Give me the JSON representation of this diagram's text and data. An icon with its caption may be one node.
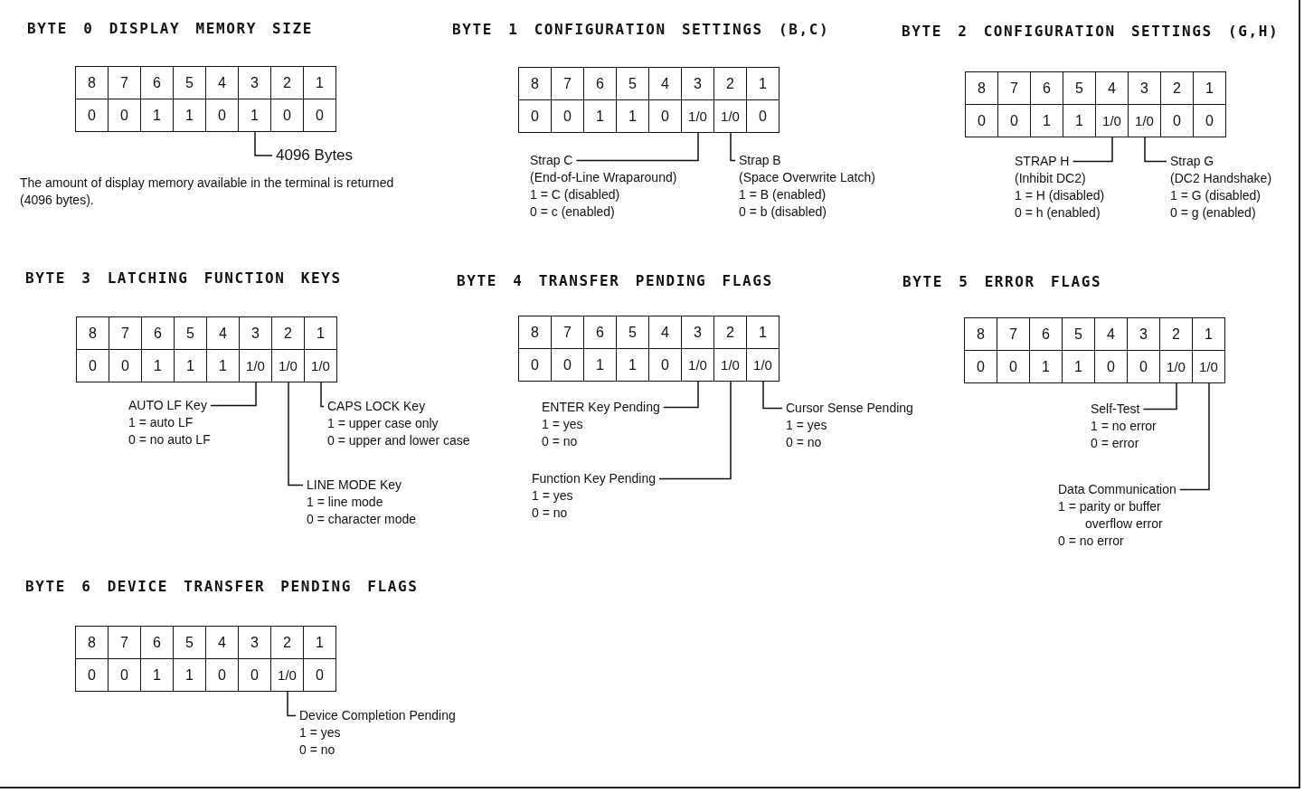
{
  "diagram": {
    "nodes": [
      {
        "text": [
          "8"
        ]
      },
      {
        "text": [
          "7"
        ]
      },
      {
        "text": [
          "6"
        ]
      },
      {
        "text": [
          "5"
        ]
      },
      {
        "text": [
          "4"
        ]
      },
      {
        "text": [
          "3"
        ]
      },
      {
        "text": [
          "2"
        ]
      },
      {
        "text": [
          "1"
        ]
      },
      {
        "text": [
          "0"
        ]
      },
      {
        "text": [
          "0"
        ]
      },
      {
        "text": [
          "1"
        ]
      },
      {
        "text": [
          "1"
        ]
      },
      {
        "text": [
          "0"
        ]
      },
      {
        "text": [
          "1"
        ]
      },
      {
        "text": [
          "0"
        ]
      },
      {
        "text": [
          "0"
        ]
      },
      {
        "text": [
          "4096 Bytes"
        ]
      },
      {
        "text": [
          "8"
        ]
      },
      {
        "text": [
          "7"
        ]
      },
      {
        "text": [
          "6"
        ]
      },
      {
        "text": [
          "5"
        ]
      },
      {
        "text": [
          "4"
        ]
      },
      {
        "text": [
          "3"
        ]
      },
      {
        "text": [
          "2"
        ]
      },
      {
        "text": [
          "1"
        ]
      },
      {
        "text": [
          "0"
        ]
      },
      {
        "text": [
          "0"
        ]
      },
      {
        "text": [
          "1"
        ]
      },
      {
        "text": [
          "1"
        ]
      },
      {
        "text": [
          "0"
        ]
      },
      {
        "text": [
          "1/0"
        ]
      },
      {
        "text": [
          "1/0"
        ]
      },
      {
        "text": [
          "0"
        ]
      },
      {
        "text": [
          "Strap C",
          "(End-of-Line Wraparound)",
          "1 = C (disabled)",
          "0 = c (enabled)"
        ]
      },
      {
        "text": [
          "Strap B",
          "(Space Overwrite Latch)",
          "1 = B (enabled)",
          "0 = b (disabled)"
        ]
      },
      {
        "text": [
          "8"
        ]
      },
      {
        "text": [
          "7"
        ]
      },
      {
        "text": [
          "6"
        ]
      },
      {
        "text": [
          "5"
        ]
      },
      {
        "text": [
          "4"
        ]
      },
      {
        "text": [
          "3"
        ]
      },
      {
        "text": [
          "2"
        ]
      },
      {
        "text": [
          "1"
        ]
      },
      {
        "text": [
          "0"
        ]
      },
      {
        "text": [
          "0"
        ]
      },
      {
        "text": [
          "1"
        ]
      },
      {
        "text": [
          "1"
        ]
      },
      {
        "text": [
          "1/0"
        ]
      },
      {
        "text": [
          "1/0"
        ]
      },
      {
        "text": [
          "0"
        ]
      },
      {
        "text": [
          "0"
        ]
      },
      {
        "text": [
          "STRAP H",
          "(Inhibit DC2)",
          "1 = H (disabled)",
          "0 = h (enabled)"
        ]
      },
      {
        "text": [
          "Strap G",
          "(DC2 Handshake)",
          "1 = G (disabled)",
          "0 = g (enabled)"
        ]
      },
      {
        "text": [
          "8"
        ]
      },
      {
        "text": [
          "7"
        ]
      },
      {
        "text": [
          "6"
        ]
      },
      {
        "text": [
          "5"
        ]
      },
      {
        "text": [
          "4"
        ]
      },
      {
        "text": [
          "3"
        ]
      },
      {
        "text": [
          "2"
        ]
      },
      {
        "text": [
          "1"
        ]
      },
      {
        "text": [
          "0"
        ]
      },
      {
        "text": [
          "0"
        ]
      },
      {
        "text": [
          "1"
        ]
      },
      {
        "text": [
          "1"
        ]
      },
      {
        "text": [
          "1"
        ]
      },
      {
        "text": [
          "1/0"
        ]
      },
      {
        "text": [
          "1/0"
        ]
      },
      {
        "text": [
          "1/0"
        ]
      },
      {
        "text": [
          "AUTO LF Key",
          "1 = auto LF",
          "0 = no auto LF"
        ]
      },
      {
        "text": [
          "CAPS LOCK Key",
          "1 = upper case only",
          "0 = upper and lower case"
        ]
      },
      {
        "text": [
          "LINE MODE Key",
          "1 = line mode",
          "0 = character mode"
        ]
      },
      {
        "text": [
          "8"
        ]
      },
      {
        "text": [
          "7"
        ]
      },
      {
        "text": [
          "6"
        ]
      },
      {
        "text": [
          "5"
        ]
      },
      {
        "text": [
          "4"
        ]
      },
      {
        "text": [
          "3"
        ]
      },
      {
        "text": [
          "2"
        ]
      },
      {
        "text": [
          "1"
        ]
      },
      {
        "text": [
          "0"
        ]
      },
      {
        "text": [
          "0"
        ]
      },
      {
        "text": [
          "1"
        ]
      },
      {
        "text": [
          "1"
        ]
      },
      {
        "text": [
          "0"
        ]
      },
      {
        "text": [
          "1/0"
        ]
      },
      {
        "text": [
          "1/0"
        ]
      },
      {
        "text": [
          "1/0"
        ]
      },
      {
        "text": [
          "ENTER Key Pending",
          "1 = yes",
          "0 = no"
        ]
      },
      {
        "text": [
          "Cursor Sense Pending",
          "1 = yes",
          "0 = no"
        ]
      },
      {
        "text": [
          "Function Key Pending",
          "1 = yes",
          "0 = no"
        ]
      },
      {
        "text": [
          "8"
        ]
      },
      {
        "text": [
          "7"
        ]
      },
      {
        "text": [
          "6"
        ]
      },
      {
        "text": [
          "5"
        ]
      },
      {
        "text": [
          "4"
        ]
      },
      {
        "text": [
          "3"
        ]
      },
      {
        "text": [
          "2"
        ]
      },
      {
        "text": [
          "1"
        ]
      },
      {
        "text": [
          "0"
        ]
      },
      {
        "text": [
          "0"
        ]
      },
      {
        "text": [
          "1"
        ]
      },
      {
        "text": [
          "1"
        ]
      },
      {
        "text": [
          "0"
        ]
      },
      {
        "text": [
          "0"
        ]
      },
      {
        "text": [
          "1/0"
        ]
      },
      {
        "text": [
          "1/0"
        ]
      },
      {
        "text": [
          "Self-Test",
          "1 = no error",
          "0 = error"
        ]
      },
      {
        "text": [
          "Data Communication",
          "1 = parity or buffer overflow error",
          "0 = no error"
        ]
      },
      {
        "text": [
          "8"
        ]
      },
      {
        "text": [
          "7"
        ]
      },
      {
        "text": [
          "6"
        ]
      },
      {
        "text": [
          "5"
        ]
      },
      {
        "text": [
          "4"
        ]
      },
      {
        "text": [
          "3"
        ]
      },
      {
        "text": [
          "2"
        ]
      },
      {
        "text": [
          "1"
        ]
      },
      {
        "text": [
          "0"
        ]
      },
      {
        "text": [
          "0"
        ]
      },
      {
        "text": [
          "1"
        ]
      },
      {
        "text": [
          "1"
        ]
      },
      {
        "text": [
          "0"
        ]
      },
      {
        "text": [
          "0"
        ]
      },
      {
        "text": [
          "1/0"
        ]
      },
      {
        "text": [
          "0"
        ]
      },
      {
        "text": [
          "Device Completion Pending",
          "1 = yes",
          "0 = no"
        ]
      }
    ],
    "edges": [
      {
        "from": 16,
        "to": 13,
        "arrow": "none"
      },
      {
        "from": 33,
        "to": 30,
        "arrow": "none"
      },
      {
        "from": 34,
        "to": 31,
        "arrow": "none"
      },
      {
        "from": 51,
        "to": 47,
        "arrow": "none"
      },
      {
        "from": 52,
        "to": 48,
        "arrow": "none"
      },
      {
        "from": 69,
        "to": 66,
        "arrow": "none"
      },
      {
        "from": 70,
        "to": 68,
        "arrow": "none"
      },
      {
        "from": 71,
        "to": 67,
        "arrow": "none"
      },
      {
        "from": 88,
        "to": 85,
        "arrow": "none"
      },
      {
        "from": 89,
        "to": 87,
        "arrow": "none"
      },
      {
        "from": 90,
        "to": 86,
        "arrow": "none"
      },
      {
        "from": 107,
        "to": 105,
        "arrow": "none"
      },
      {
        "from": 108,
        "to": 106,
        "arrow": "none"
      },
      {
        "from": 125,
        "to": 123,
        "arrow": "none"
      }
    ],
    "labels": [
      "BYTE 0 DISPLAY MEMORY SIZE",
      "The amount of display memory available in the terminal is returned (4096 bytes).",
      "BYTE 1 CONFIGURATION SETTINGS (B,C)",
      "BYTE 2 CONFIGURATION SETTINGS (G,H)",
      "BYTE 3 LATCHING FUNCTION KEYS",
      "BYTE 4 TRANSFER PENDING FLAGS",
      "BYTE 5 ERROR FLAGS",
      "BYTE 6 DEVICE TRANSFER PENDING FLAGS"
    ]
  }
}
